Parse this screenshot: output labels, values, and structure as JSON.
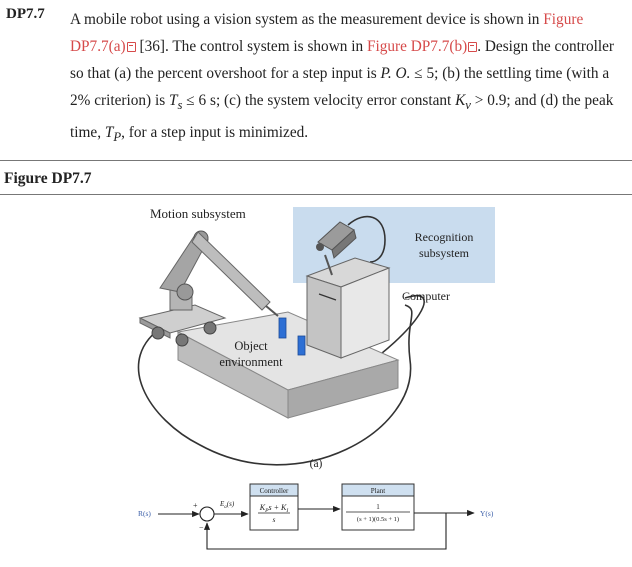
{
  "problem": {
    "id": "DP7.7",
    "text_1": "A mobile robot using a vision system as the measurement device is shown in ",
    "ref_a": "Figure DP7.7(a)",
    "text_2": " [36]. The control system is shown in ",
    "ref_b": "Figure DP7.7(b)",
    "text_3": ". Design the controller so that (a) the percent overshoot for a step input is ",
    "po": "P. O.",
    "text_4": " ≤ 5; (b) the settling time (with a 2% criterion) is ",
    "ts": "T",
    "ts_sub": "s",
    "text_5": " ≤ 6 s; (c) the system velocity error constant ",
    "kv": "K",
    "kv_sub": "v",
    "text_6": " > 0.9; and (d) the peak time, ",
    "tp": "T",
    "tp_sub": "P",
    "text_7": ", for a step input is minimized."
  },
  "figure": {
    "title": "Figure DP7.7",
    "label_motion": "Motion subsystem",
    "label_recognition_1": "Recognition",
    "label_recognition_2": "subsystem",
    "label_computer": "Computer",
    "label_object_1": "Object",
    "label_object_2": "environment",
    "caption_a": "(a)"
  },
  "block_diagram": {
    "input": "R(s)",
    "plus": "+",
    "minus": "−",
    "error": "E",
    "error_sub": "a",
    "error_tail": "(s)",
    "controller_title": "Controller",
    "controller_num_1": "K",
    "controller_num_1_sub": "P",
    "controller_num_2": "s + K",
    "controller_num_2_sub": "I",
    "controller_den": "s",
    "plant_title": "Plant",
    "plant_num": "1",
    "plant_den": "(s + 1)(0.5s + 1)",
    "output": "Y(s)"
  },
  "colors": {
    "reference_red": "#d64a4a",
    "recognition_box": "#c9dcee",
    "block_header": "#cfe0f0"
  }
}
